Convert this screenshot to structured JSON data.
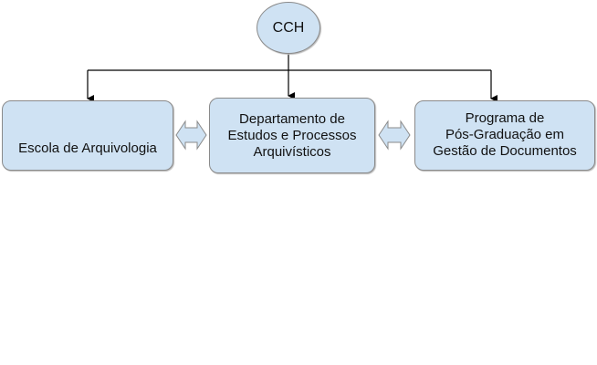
{
  "nodes": {
    "top": {
      "label": "CCH"
    },
    "left": {
      "label": "Escola de Arquivologia"
    },
    "middle": {
      "lines": [
        "Departamento de",
        "Estudos e Processos",
        "Arquivísticos"
      ]
    },
    "right": {
      "lines": [
        "Programa de",
        "Pós-Graduação em",
        "Gestão de Documentos"
      ]
    }
  },
  "colors": {
    "node_fill": "#cfe2f3",
    "node_border": "#8a8a8a",
    "connector": "#000000"
  }
}
